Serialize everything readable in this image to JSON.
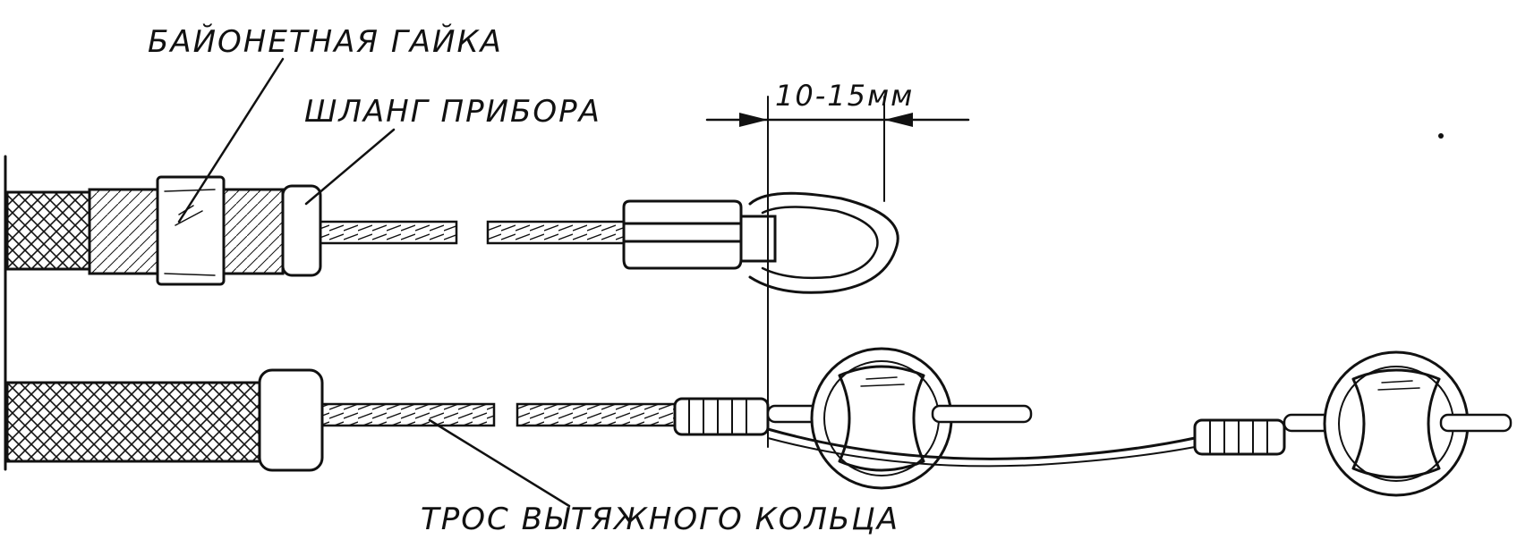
{
  "labels": {
    "bayonet_nut": "БАЙОНЕТНАЯ ГАЙКА",
    "device_hose": "ШЛАНГ ПРИБОРА",
    "dimension": "10-15мм",
    "pull_ring_cable": "ТРОС ВЫТЯЖНОГО КОЛЬЦА"
  }
}
